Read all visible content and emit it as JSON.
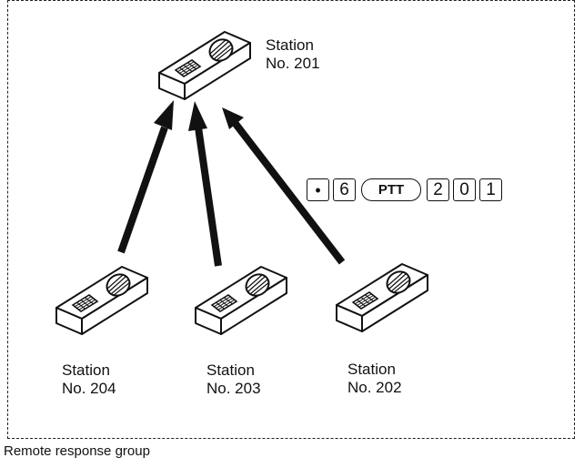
{
  "stations": {
    "s201": {
      "line1": "Station",
      "line2": "No. 201"
    },
    "s204": {
      "line1": "Station",
      "line2": "No. 204"
    },
    "s203": {
      "line1": "Station",
      "line2": "No. 203"
    },
    "s202": {
      "line1": "Station",
      "line2": "No. 202"
    }
  },
  "keypad_sequence": {
    "dot": "•",
    "k1": "6",
    "ptt": "PTT",
    "k2": "2",
    "k3": "0",
    "k4": "1"
  },
  "caption": "Remote response group",
  "colors": {
    "ink": "#111111",
    "background": "#ffffff"
  }
}
